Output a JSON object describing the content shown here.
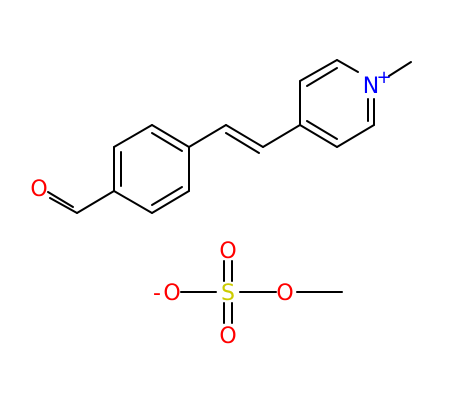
{
  "diagram": {
    "atoms": {
      "aldehyde_o": "O",
      "pyridinium_n": "N",
      "n_charge": "+",
      "sulfate_neg_o_charge": "-",
      "sulfate_neg_o": "O",
      "sulfur": "S",
      "sulfate_o_top": "O",
      "sulfate_o_bottom": "O",
      "sulfate_ester_o": "O"
    },
    "colors": {
      "bond": "#000000",
      "oxygen": "#ff0000",
      "nitrogen": "#0000ff",
      "sulfur": "#cccc00"
    }
  }
}
